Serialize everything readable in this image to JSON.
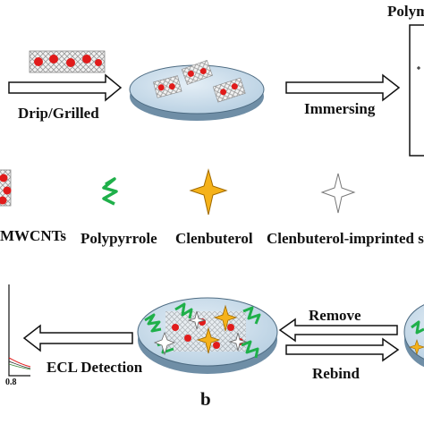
{
  "steps": {
    "drip": "Drip/Grilled",
    "immersing": "Immersing",
    "polymer_cut": "Polym",
    "remove": "Remove",
    "rebind": "Rebind",
    "ecl": "ECL Detection"
  },
  "legend": {
    "mwcnts": "MWCNTs",
    "polypyrrole": "Polypyrrole",
    "clenbuterol": "Clenbuterol",
    "imprinted": "Clenbuterol-imprinted sit"
  },
  "panel_label": "b",
  "axis": {
    "tick_08": "0.8"
  },
  "colors": {
    "nanoparticle": "#e11b1b",
    "ppy": "#1fb04a",
    "clenbuterol": "#f5b21a",
    "disk_top": "#c9dcea",
    "disk_side": "#6f8ea6",
    "mwcnt_gray": "#9a9a9a"
  },
  "icons": [
    "mwcnt-strip-icon",
    "polypyrrole-icon",
    "clenbuterol-star-icon",
    "imprinted-site-icon",
    "electrode-disk-icon",
    "arrow-icon"
  ]
}
